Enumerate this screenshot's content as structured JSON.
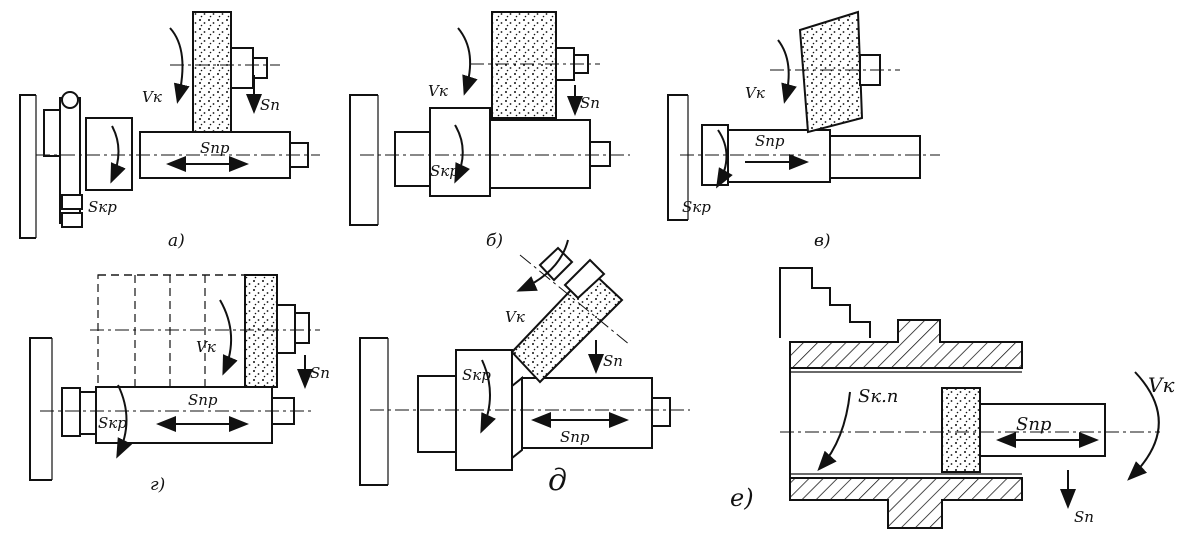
{
  "figures": [
    {
      "id": "a",
      "caption": "а)",
      "labels": {
        "vk": "Vк",
        "sn": "Sп",
        "spr": "Sпр",
        "skr": "Sкр"
      }
    },
    {
      "id": "b",
      "caption": "б)",
      "labels": {
        "vk": "Vк",
        "sn": "Sп",
        "skr": "Sкр"
      }
    },
    {
      "id": "v",
      "caption": "в)",
      "labels": {
        "vk": "Vк",
        "spr": "Sпр",
        "skr": "Sкр"
      }
    },
    {
      "id": "g",
      "caption": "г)",
      "labels": {
        "vk": "Vк",
        "sn": "Sп",
        "spr": "Sпр",
        "skr": "Sкр"
      }
    },
    {
      "id": "d",
      "caption": "д",
      "labels": {
        "vk": "Vк",
        "sn": "Sп",
        "spr": "Sпр",
        "skr": "Sкр"
      }
    },
    {
      "id": "e",
      "caption": "е)",
      "labels": {
        "vk": "Vк",
        "sn": "Sп",
        "spr": "Sпр",
        "skp": "Sк.п"
      }
    }
  ],
  "colors": {
    "ink": "#111111",
    "background": "#ffffff"
  }
}
